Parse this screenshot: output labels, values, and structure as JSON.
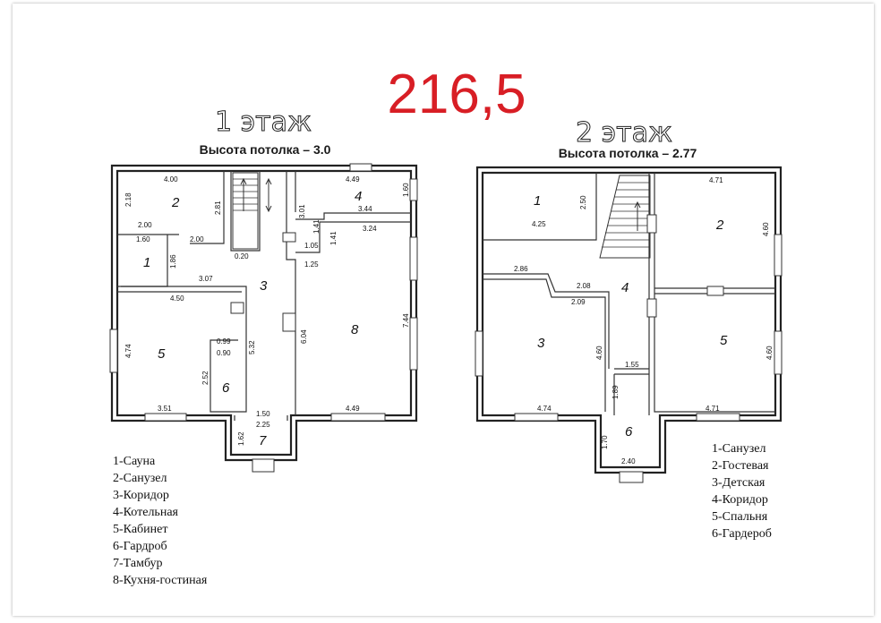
{
  "total_area": "216,5",
  "floor1": {
    "title": "1 этаж",
    "ceiling": "Высота потолка – 3.0",
    "rooms": [
      "1",
      "2",
      "3",
      "4",
      "5",
      "6",
      "7",
      "8"
    ],
    "dims": {
      "d400": "4.00",
      "d218": "2.18",
      "d281": "2.81",
      "d200a": "2.00",
      "d200b": "2.00",
      "d160": "1.60",
      "d186": "1.86",
      "d020": "0.20",
      "d307": "3.07",
      "d301": "3.01",
      "d449a": "4.49",
      "d160w": "1.60",
      "d344": "3.44",
      "d141a": "1.41",
      "d105": "1.05",
      "d141b": "1.41",
      "d324": "3.24",
      "d125": "1.25",
      "d450": "4.50",
      "d474": "4.74",
      "d099": "0.99",
      "d090": "0.90",
      "d532": "5.32",
      "d604": "6.04",
      "d744": "7.44",
      "d252": "2.52",
      "d351": "3.51",
      "d150": "1.50",
      "d449b": "4.49",
      "d225": "2.25",
      "d162": "1.62"
    },
    "legend": [
      "1-Сауна",
      "2-Санузел",
      "3-Коридор",
      "4-Котельная",
      "5-Кабинет",
      "6-Гардроб",
      "7-Тамбур",
      "8-Кухня-гостиная"
    ]
  },
  "floor2": {
    "title": "2 этаж",
    "ceiling": "Высота потолка – 2.77",
    "rooms": [
      "1",
      "2",
      "3",
      "4",
      "5",
      "6"
    ],
    "dims": {
      "d250": "2.50",
      "d425": "4.25",
      "d471a": "4.71",
      "d460a": "4.60",
      "d286": "2.86",
      "d208": "2.08",
      "d209": "2.09",
      "d460b": "4.60",
      "d155": "1.55",
      "d460c": "4.60",
      "d189": "1.89",
      "d474": "4.74",
      "d471b": "4.71",
      "d170": "1.70",
      "d240": "2.40"
    },
    "legend": [
      "1-Санузел",
      "2-Гостевая",
      "3-Детская",
      "4-Коридор",
      "5-Спальня",
      "6-Гардероб"
    ]
  }
}
